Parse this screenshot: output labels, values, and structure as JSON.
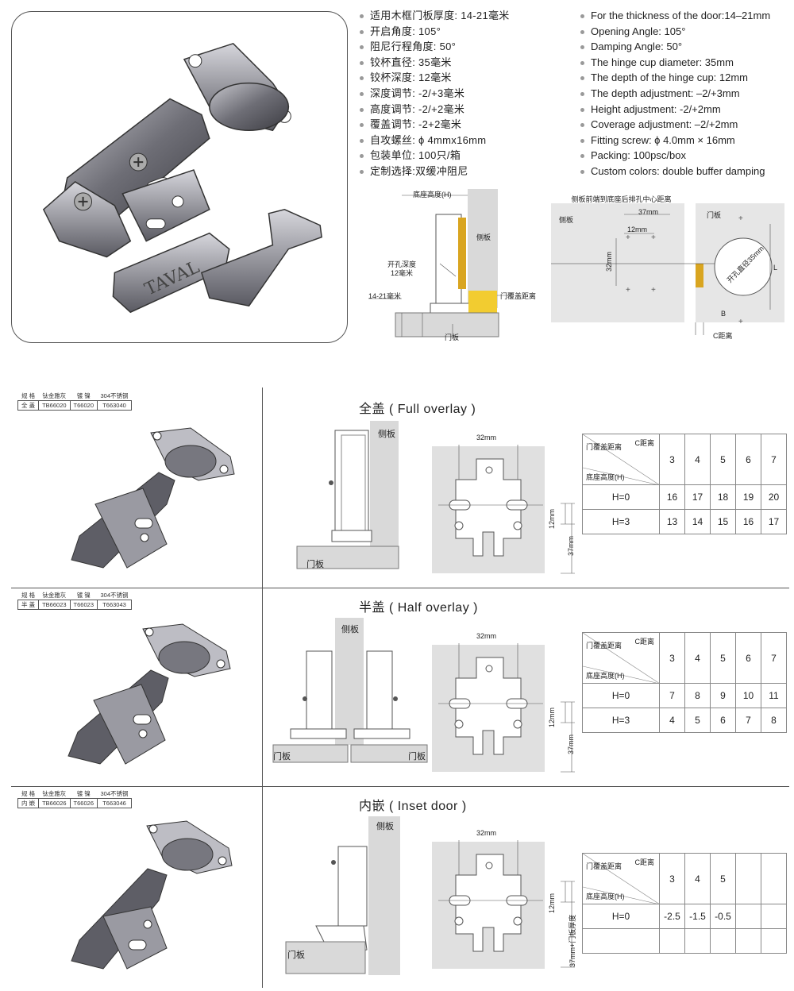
{
  "specs_cn": [
    "适用木框门板厚度: 14-21毫米",
    "开启角度: 105°",
    "阻尼行程角度: 50°",
    "铰杯直径: 35毫米",
    "铰杯深度: 12毫米",
    "深度调节: -2/+3毫米",
    "高度调节: -2/+2毫米",
    "覆盖调节: -2+2毫米",
    "自攻螺丝: ϕ 4mmx16mm",
    "包装单位: 100只/箱",
    "定制选择:双缓冲阻尼"
  ],
  "specs_en": [
    "For the thickness of the door:14–21mm",
    "Opening Angle: 105°",
    "Damping Angle: 50°",
    "The hinge cup diameter: 35mm",
    "The depth of the hinge cup: 12mm",
    "The depth adjustment: –2/+3mm",
    "Height adjustment: -2/+2mm",
    "Coverage adjustment: –2/+2mm",
    "Fitting screw: ϕ 4.0mm × 16mm",
    "Packing: 100psc/box",
    "Custom colors: double buffer damping"
  ],
  "hero": {
    "brand": "TAVAL"
  },
  "top_diagram_left": {
    "base_height": "底座高度(H)",
    "side_panel": "侧板",
    "hole_depth_1": "开孔深度",
    "hole_depth_2": "12毫米",
    "overlay_distance": "门覆盖距离",
    "thickness": "14-21毫米",
    "door_panel": "门板"
  },
  "top_diagram_right": {
    "title": "侧板前端到底座后排孔中心距离",
    "side_panel_a": "侧板",
    "side_panel_b": "门板",
    "dim_37": "37mm",
    "dim_12": "12mm",
    "dim_32": "32mm",
    "hole_dia": "开孔直径35mm",
    "b_label": "B",
    "l_label": "L",
    "c_label": "C距离"
  },
  "spec_header": [
    "规 格",
    "钛金雅灰",
    "镀 镍",
    "304不锈钢"
  ],
  "colors": {
    "accent": "#d9a520",
    "line": "#555555",
    "panel_gray": "#d9d9d9",
    "metal": "#7a7a80"
  },
  "sections": [
    {
      "name": "全 盖",
      "codes": [
        "TB66020",
        "T66020",
        "T663040"
      ],
      "title": "全盖 ( Full overlay )",
      "side_label": "侧板",
      "door_label": "门板",
      "dim_32": "32mm",
      "dim_12": "12mm",
      "dim_v": "37mm",
      "c_header": "C距离",
      "h_header": "门覆盖距离",
      "b_header": "底座高度(H)",
      "c_values": [
        "3",
        "4",
        "5",
        "6",
        "7"
      ],
      "rows": [
        {
          "label": "H=0",
          "values": [
            "16",
            "17",
            "18",
            "19",
            "20"
          ]
        },
        {
          "label": "H=3",
          "values": [
            "13",
            "14",
            "15",
            "16",
            "17"
          ]
        }
      ]
    },
    {
      "name": "半 盖",
      "codes": [
        "TB66023",
        "T66023",
        "T663043"
      ],
      "title": "半盖 ( Half overlay )",
      "side_label": "侧板",
      "door_label": "门板",
      "door_label_2": "门板",
      "dim_32": "32mm",
      "dim_12": "12mm",
      "dim_v": "37mm",
      "c_header": "C距离",
      "h_header": "门覆盖距离",
      "b_header": "底座高度(H)",
      "c_values": [
        "3",
        "4",
        "5",
        "6",
        "7"
      ],
      "rows": [
        {
          "label": "H=0",
          "values": [
            "7",
            "8",
            "9",
            "10",
            "11"
          ]
        },
        {
          "label": "H=3",
          "values": [
            "4",
            "5",
            "6",
            "7",
            "8"
          ]
        }
      ]
    },
    {
      "name": "内 嵌",
      "codes": [
        "TB66026",
        "T66026",
        "T663046"
      ],
      "title": "内嵌 ( Inset door )",
      "side_label": "侧板",
      "door_label": "门板",
      "dim_32": "32mm",
      "dim_12": "12mm",
      "dim_v": "37mm+门板厚度",
      "c_header": "C距离",
      "h_header": "门覆盖距离",
      "b_header": "底座高度(H)",
      "c_values": [
        "3",
        "4",
        "5",
        "",
        ""
      ],
      "rows": [
        {
          "label": "H=0",
          "values": [
            "-2.5",
            "-1.5",
            "-0.5",
            "",
            ""
          ]
        },
        {
          "label": "",
          "values": [
            "",
            "",
            "",
            "",
            ""
          ]
        }
      ]
    }
  ]
}
